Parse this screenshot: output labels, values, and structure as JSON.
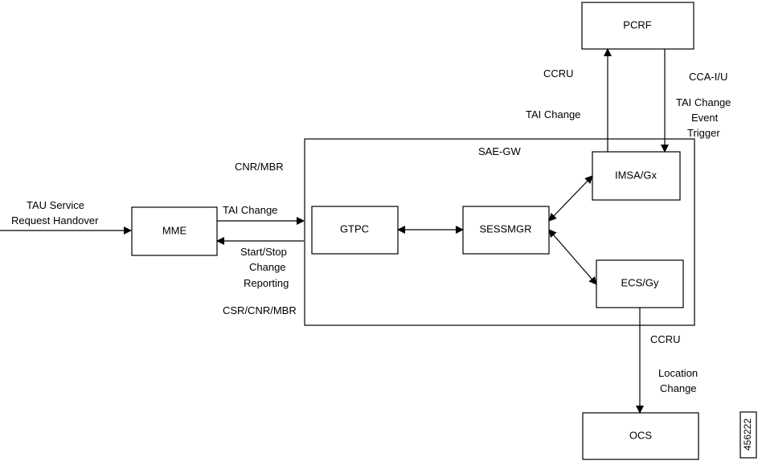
{
  "diagram": {
    "containers": {
      "saegw": "SAE-GW"
    },
    "nodes": {
      "pcrf": "PCRF",
      "mme": "MME",
      "gtpc": "GTPC",
      "sessmgr": "SESSMGR",
      "imsa": "IMSA/Gx",
      "ecs": "ECS/Gy",
      "ocs": "OCS"
    },
    "labels": {
      "tau_line1": "TAU Service",
      "tau_line2": "Request Handover",
      "cnr_mbr": "CNR/MBR",
      "mme_tai_change": "TAI Change",
      "start_stop_line1": "Start/Stop",
      "start_stop_line2": "Change",
      "start_stop_line3": "Reporting",
      "csr_cnr_mbr": "CSR/CNR/MBR",
      "ccru_top": "CCRU",
      "tai_change_top": "TAI Change",
      "cca_iu": "CCA-I/U",
      "trigger_line1": "TAI Change",
      "trigger_line2": "Event",
      "trigger_line3": "Trigger",
      "ccru_bottom": "CCRU",
      "location_line1": "Location",
      "location_line2": "Change"
    },
    "figure_id": "456222"
  }
}
